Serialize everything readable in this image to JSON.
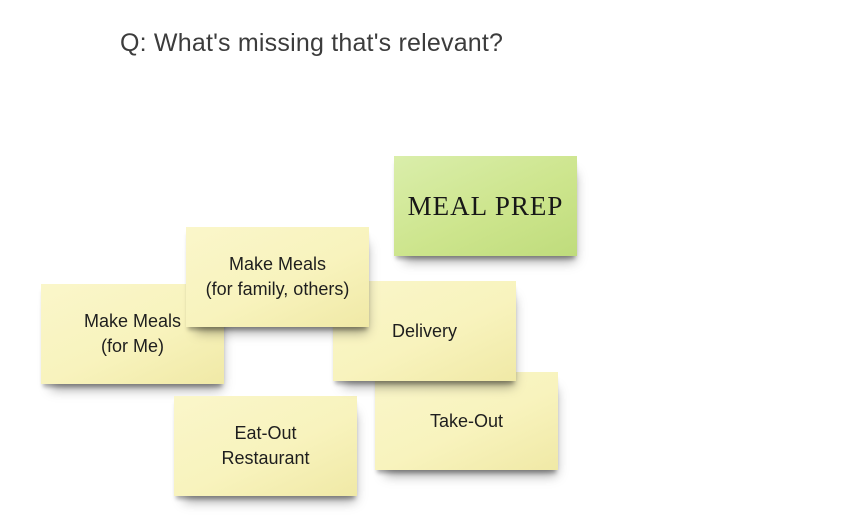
{
  "canvas": {
    "background_color": "#ffffff"
  },
  "title": {
    "text": "Q: What's missing that's relevant?",
    "color": "#3c3c3c"
  },
  "note_colors": {
    "yellow": "#f8f3bd",
    "green": "#cde58d",
    "text": "#1e1e1e"
  },
  "notes": [
    {
      "id": "meal-prep",
      "label": "MEAL PREP",
      "color": "green",
      "text_style": "marker"
    },
    {
      "id": "make-meals-family",
      "label": "Make Meals\n(for family, others)",
      "color": "yellow",
      "text_style": "regular"
    },
    {
      "id": "make-meals-me",
      "label": "Make Meals\n(for Me)",
      "color": "yellow",
      "text_style": "regular"
    },
    {
      "id": "delivery",
      "label": "Delivery",
      "color": "yellow",
      "text_style": "regular"
    },
    {
      "id": "take-out",
      "label": "Take-Out",
      "color": "yellow",
      "text_style": "regular"
    },
    {
      "id": "eat-out-restaurant",
      "label": "Eat-Out\nRestaurant",
      "color": "yellow",
      "text_style": "regular"
    }
  ]
}
